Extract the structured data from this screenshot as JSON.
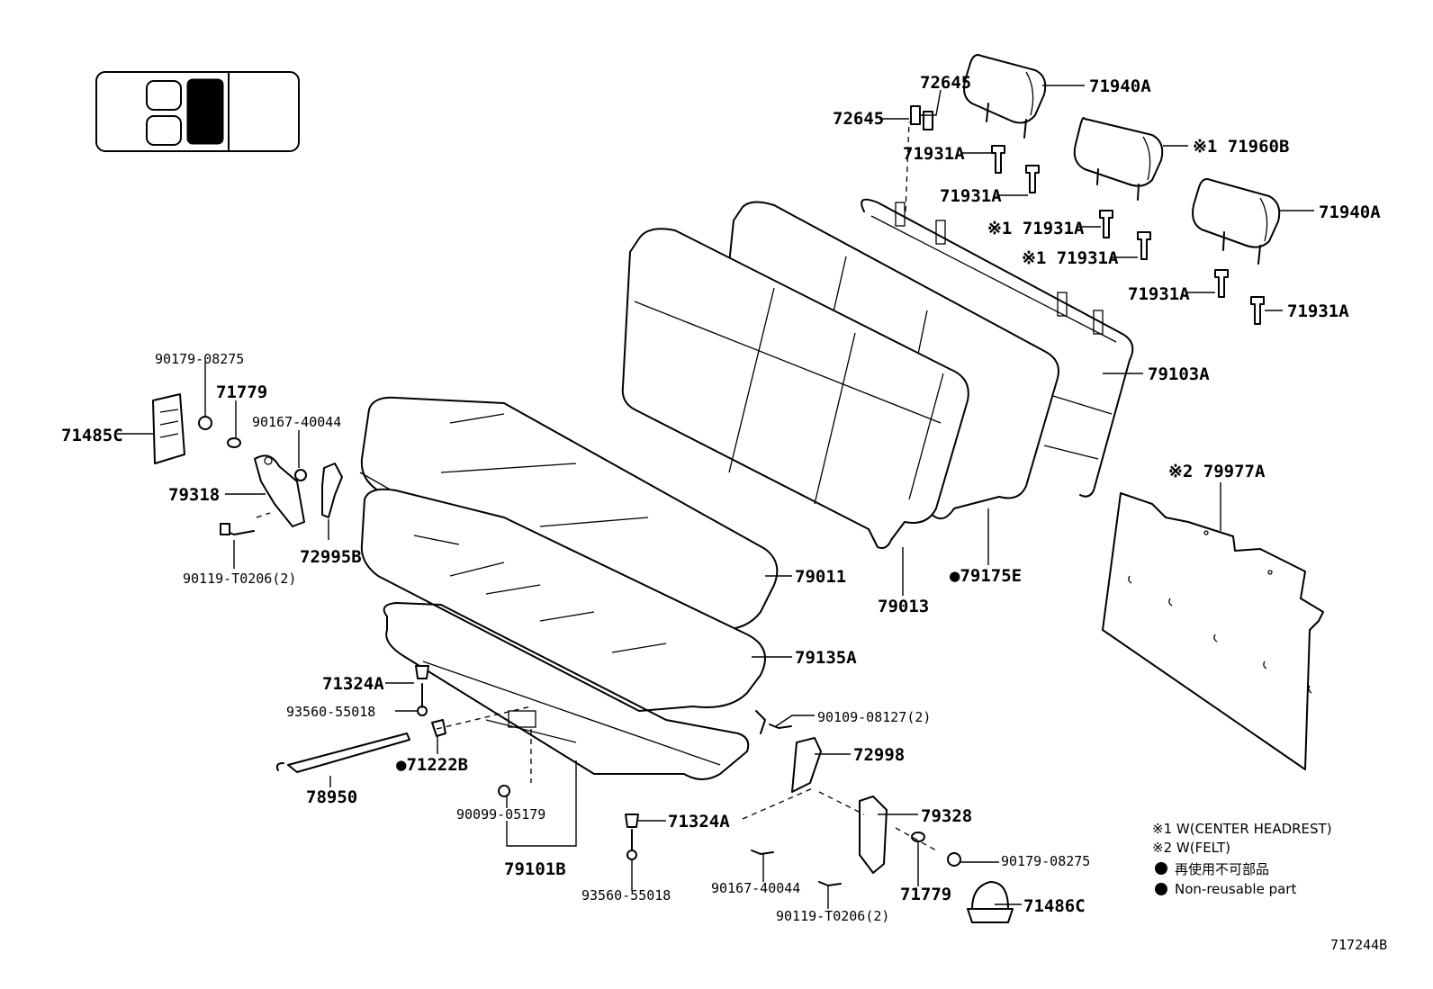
{
  "labels": {
    "p72645a": "72645",
    "p72645b": "72645",
    "p71940a_top": "71940A",
    "p71960b": "※1 71960B",
    "p71940a_right": "71940A",
    "p71931a_1": "71931A",
    "p71931a_2": "71931A",
    "p71931a_3": "※1 71931A",
    "p71931a_4": "※1 71931A",
    "p71931a_5": "71931A",
    "p71931a_6": "71931A",
    "p79103a": "79103A",
    "p79977a": "※2 79977A",
    "p79175e": "●79175E",
    "p79013": "79013",
    "p79011": "79011",
    "p79135a": "79135A",
    "p90179_08275_l": "90179-08275",
    "p71779_l": "71779",
    "p71485c": "71485C",
    "p90167_40044_l": "90167-40044",
    "p79318": "79318",
    "p72995b": "72995B",
    "p90119_t0206_l": "90119-T0206(2)",
    "p71324a_l": "71324A",
    "p93560_55018_l": "93560-55018",
    "p71222b": "●71222B",
    "p78950": "78950",
    "p90099_05179": "90099-05179",
    "p79101b": "79101B",
    "p71324a_r": "71324A",
    "p93560_55018_r": "93560-55018",
    "p90109_08127": "90109-08127(2)",
    "p72998": "72998",
    "p79328": "79328",
    "p90167_40044_r": "90167-40044",
    "p90119_t0206_r": "90119-T0206(2)",
    "p71779_r": "71779",
    "p90179_08275_r": "90179-08275",
    "p71486c": "71486C"
  },
  "notes": {
    "n1": "※1 W(CENTER HEADREST)",
    "n2": "※2 W(FELT)",
    "n3": "再使用不可部品",
    "n4": "Non-reusable part"
  },
  "diagram_id": "717244B"
}
